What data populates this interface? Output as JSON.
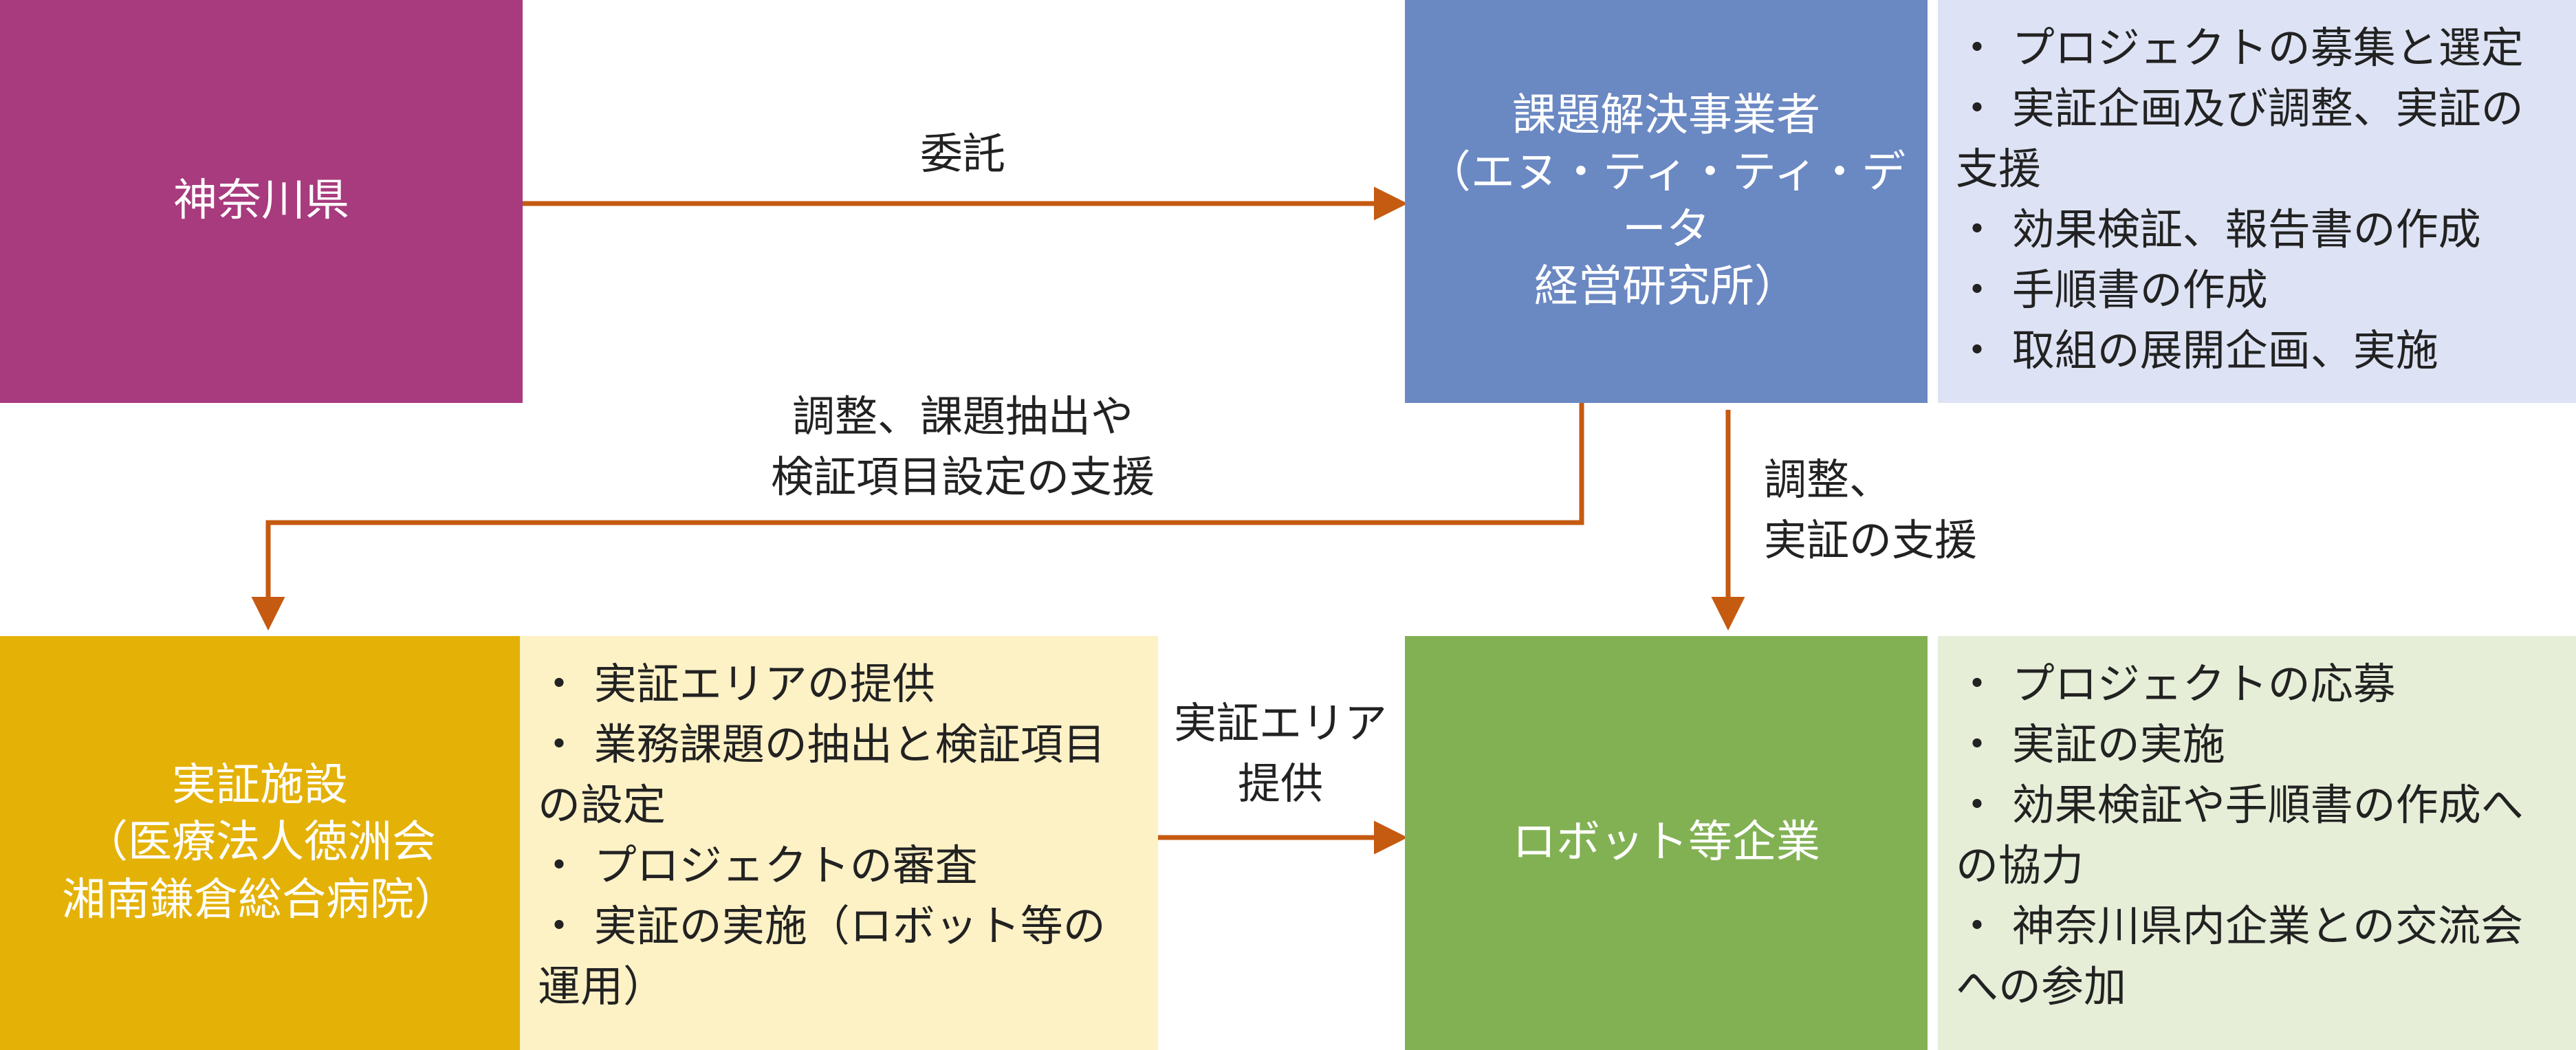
{
  "colors": {
    "kanagawa": "#A83A7E",
    "operator": "#6A88C2",
    "operator_note": "#DDE3F4",
    "facility": "#E4B107",
    "facility_note": "#FDF1C6",
    "company": "#82B154",
    "company_note": "#E6EED8",
    "arrow": "#C55A11"
  },
  "nodes": {
    "kanagawa": {
      "label": "神奈川県"
    },
    "operator": {
      "lines": [
        "課題解決事業者",
        "（エヌ・ティ・ティ・データ",
        "経営研究所）"
      ]
    },
    "facility": {
      "lines": [
        "実証施設",
        "（医療法人徳洲会",
        "湘南鎌倉総合病院）"
      ]
    },
    "company": {
      "label": "ロボット等企業"
    }
  },
  "notes": {
    "operator": [
      "・ プロジェクトの募集と選定",
      "・ 実証企画及び調整、実証の支援",
      "・ 効果検証、報告書の作成",
      "・ 手順書の作成",
      "・ 取組の展開企画、実施"
    ],
    "facility": [
      "・ 実証エリアの提供",
      "・ 業務課題の抽出と検証項目の設定",
      "・ プロジェクトの審査",
      "・ 実証の実施（ロボット等の運用）"
    ],
    "company": [
      "・ プロジェクトの応募",
      "・ 実証の実施",
      "・ 効果検証や手順書の作成への協力",
      "・ 神奈川県内企業との交流会への参加"
    ]
  },
  "edges": {
    "commission": "委託",
    "support_facility": [
      "調整、課題抽出や",
      "検証項目設定の支援"
    ],
    "support_company": [
      "調整、",
      "実証の支援"
    ],
    "area_provision": [
      "実証エリア",
      "提供"
    ]
  }
}
